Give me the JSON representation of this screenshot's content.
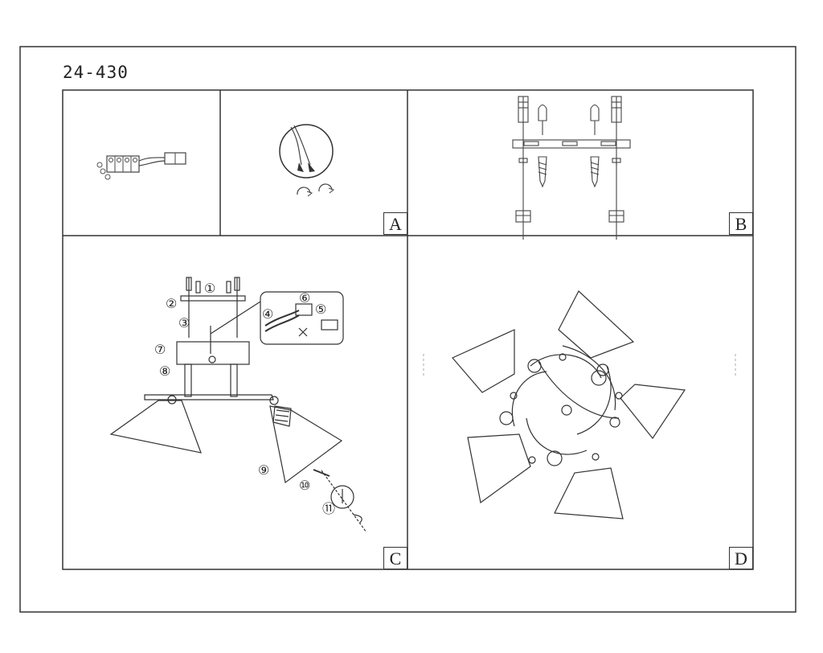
{
  "model_code": "24-430",
  "panels": {
    "a": {
      "label": "A"
    },
    "b": {
      "label": "B"
    },
    "c": {
      "label": "C"
    },
    "d": {
      "label": "D"
    }
  },
  "steps": [
    "①",
    "②",
    "③",
    "④",
    "⑤",
    "⑥",
    "⑦",
    "⑧",
    "⑨",
    "⑩",
    "⑪"
  ],
  "connector_numbers": [
    "④",
    "⑤",
    "⑥",
    "⑦"
  ]
}
